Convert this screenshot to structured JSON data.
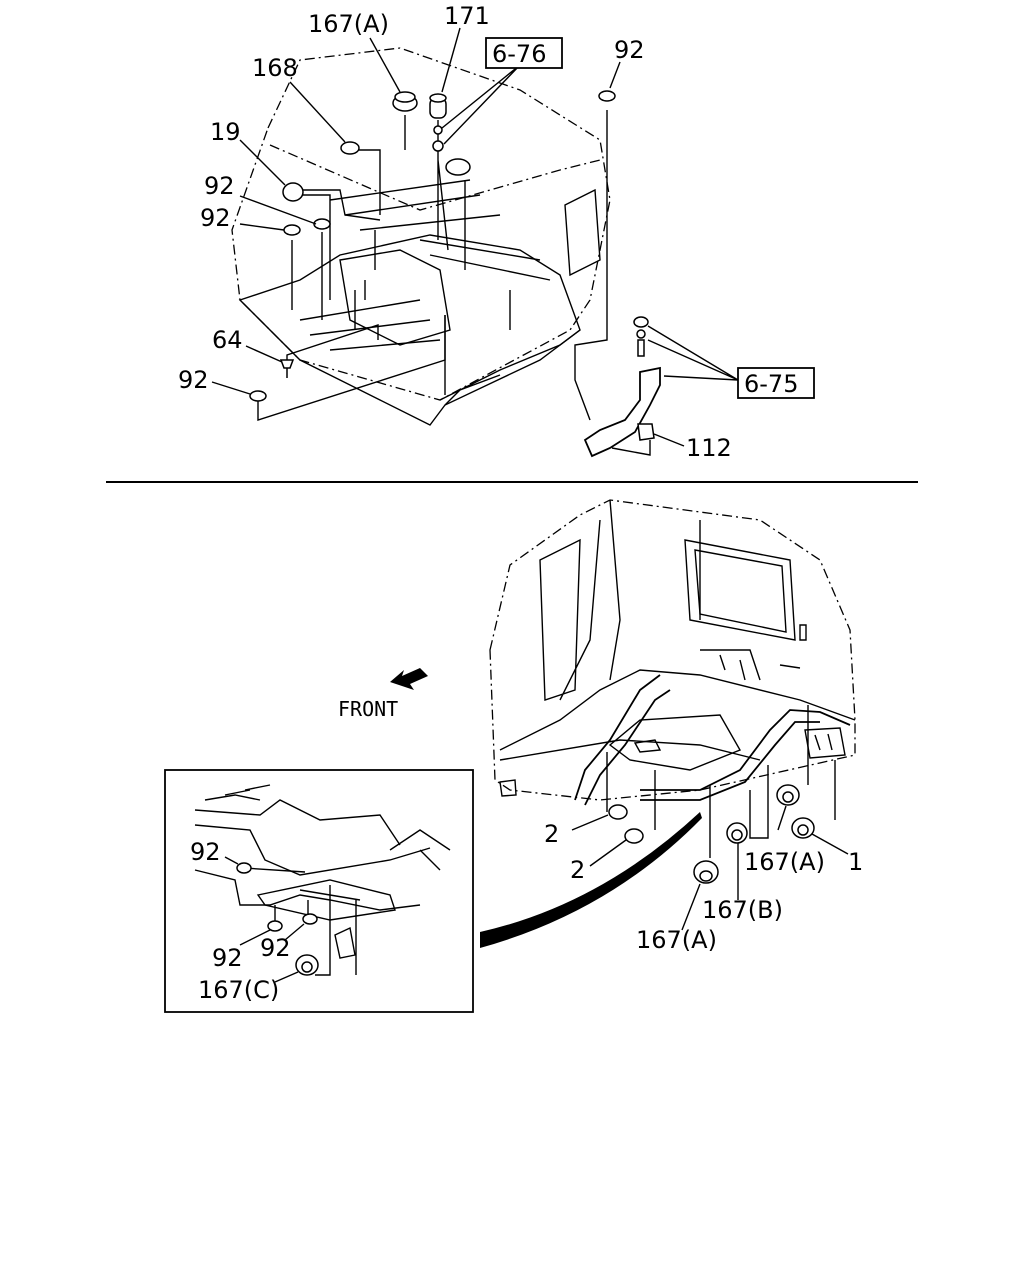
{
  "top_view": {
    "labels": {
      "p167a": "167(A)",
      "p171": "171",
      "ref676": "6-76",
      "p92_top": "92",
      "p168": "168",
      "p19": "19",
      "p92_a": "92",
      "p92_b": "92",
      "p64": "64",
      "p92_c": "92",
      "ref675": "6-75",
      "p112": "112"
    }
  },
  "bottom_view": {
    "direction_label": "FRONT",
    "labels": {
      "p2_a": "2",
      "p2_b": "2",
      "p167a_1": "167(A)",
      "p1": "1",
      "p167b": "167(B)",
      "p167a_2": "167(A)"
    }
  },
  "inset": {
    "labels": {
      "p92_a": "92",
      "p92_b": "92",
      "p92_c": "92",
      "p167c": "167(C)"
    }
  }
}
